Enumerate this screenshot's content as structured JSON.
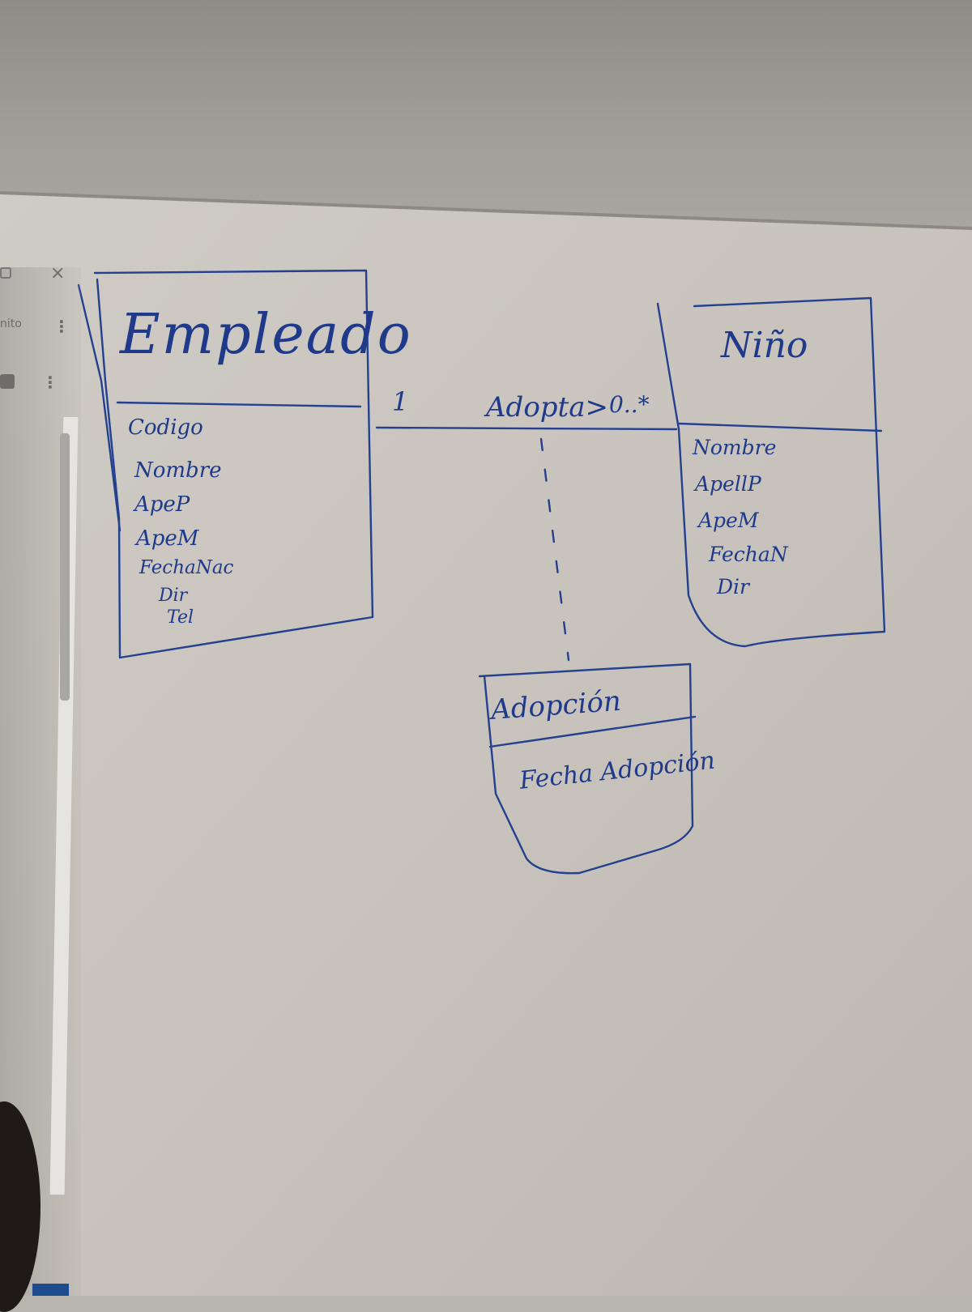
{
  "diagram": {
    "classes": [
      {
        "name": "Empleado",
        "attributes": [
          "Codigo",
          "Nombre",
          "ApeP",
          "ApeM",
          "FechaNac",
          "Dir",
          "Tel"
        ]
      },
      {
        "name": "Niño",
        "attributes": [
          "Nombre",
          "ApellP",
          "ApeM",
          "FechaN",
          "Dir"
        ]
      },
      {
        "name": "Adopción",
        "attributes": [
          "Fecha Adopción"
        ]
      }
    ],
    "relationship": {
      "label": "Adopta>",
      "multiplicity_left": "1",
      "multiplicity_right": "0..*"
    }
  },
  "background_ui": {
    "partial_text": "nito",
    "close_glyph": "×",
    "menu_glyph": "⋮"
  },
  "colors": {
    "ink": "#1f3a8a",
    "whiteboard": "#c9c4bd",
    "wall": "#9a9792"
  }
}
